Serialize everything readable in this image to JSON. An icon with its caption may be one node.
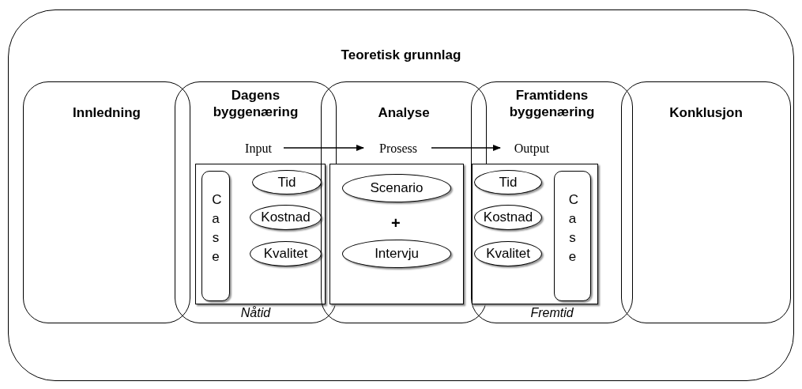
{
  "diagram": {
    "nodes": [
      {
        "text": [
          "Teoretisk grunnlag"
        ]
      },
      {
        "text": [
          "Innledning"
        ],
        "in": 0
      },
      {
        "text": [
          "Dagens byggenæring",
          "Nåtid"
        ],
        "in": 0
      },
      {
        "text": [
          "Analyse"
        ],
        "in": 0
      },
      {
        "text": [
          "Framtidens byggenæring",
          "Fremtid"
        ],
        "in": 0
      },
      {
        "text": [
          "Konklusjon"
        ],
        "in": 0
      },
      {
        "text": [
          "Input"
        ],
        "in": 2
      },
      {
        "text": [],
        "shape": "box",
        "in": 2
      },
      {
        "text": [
          "Case"
        ],
        "in": 7
      },
      {
        "text": [
          "Tid"
        ],
        "in": 7
      },
      {
        "text": [
          "Kostnad"
        ],
        "in": 7
      },
      {
        "text": [
          "Kvalitet"
        ],
        "in": 7
      },
      {
        "text": [
          "Prosess"
        ],
        "in": 3
      },
      {
        "text": [],
        "shape": "box",
        "in": 3
      },
      {
        "text": [
          "Scenario"
        ],
        "in": 13
      },
      {
        "text": [
          "Intervju"
        ],
        "in": 13
      },
      {
        "text": [
          "Output"
        ],
        "in": 4
      },
      {
        "text": [],
        "shape": "box",
        "in": 4
      },
      {
        "text": [
          "Tid"
        ],
        "in": 17
      },
      {
        "text": [
          "Kostnad"
        ],
        "in": 17
      },
      {
        "text": [
          "Kvalitet"
        ],
        "in": 17
      },
      {
        "text": [
          "Case"
        ],
        "in": 17
      }
    ],
    "edges": [
      {
        "from": 6,
        "to": 12,
        "arrow": "to"
      },
      {
        "from": 12,
        "to": 16,
        "arrow": "to"
      }
    ],
    "labels": [
      "+"
    ]
  }
}
